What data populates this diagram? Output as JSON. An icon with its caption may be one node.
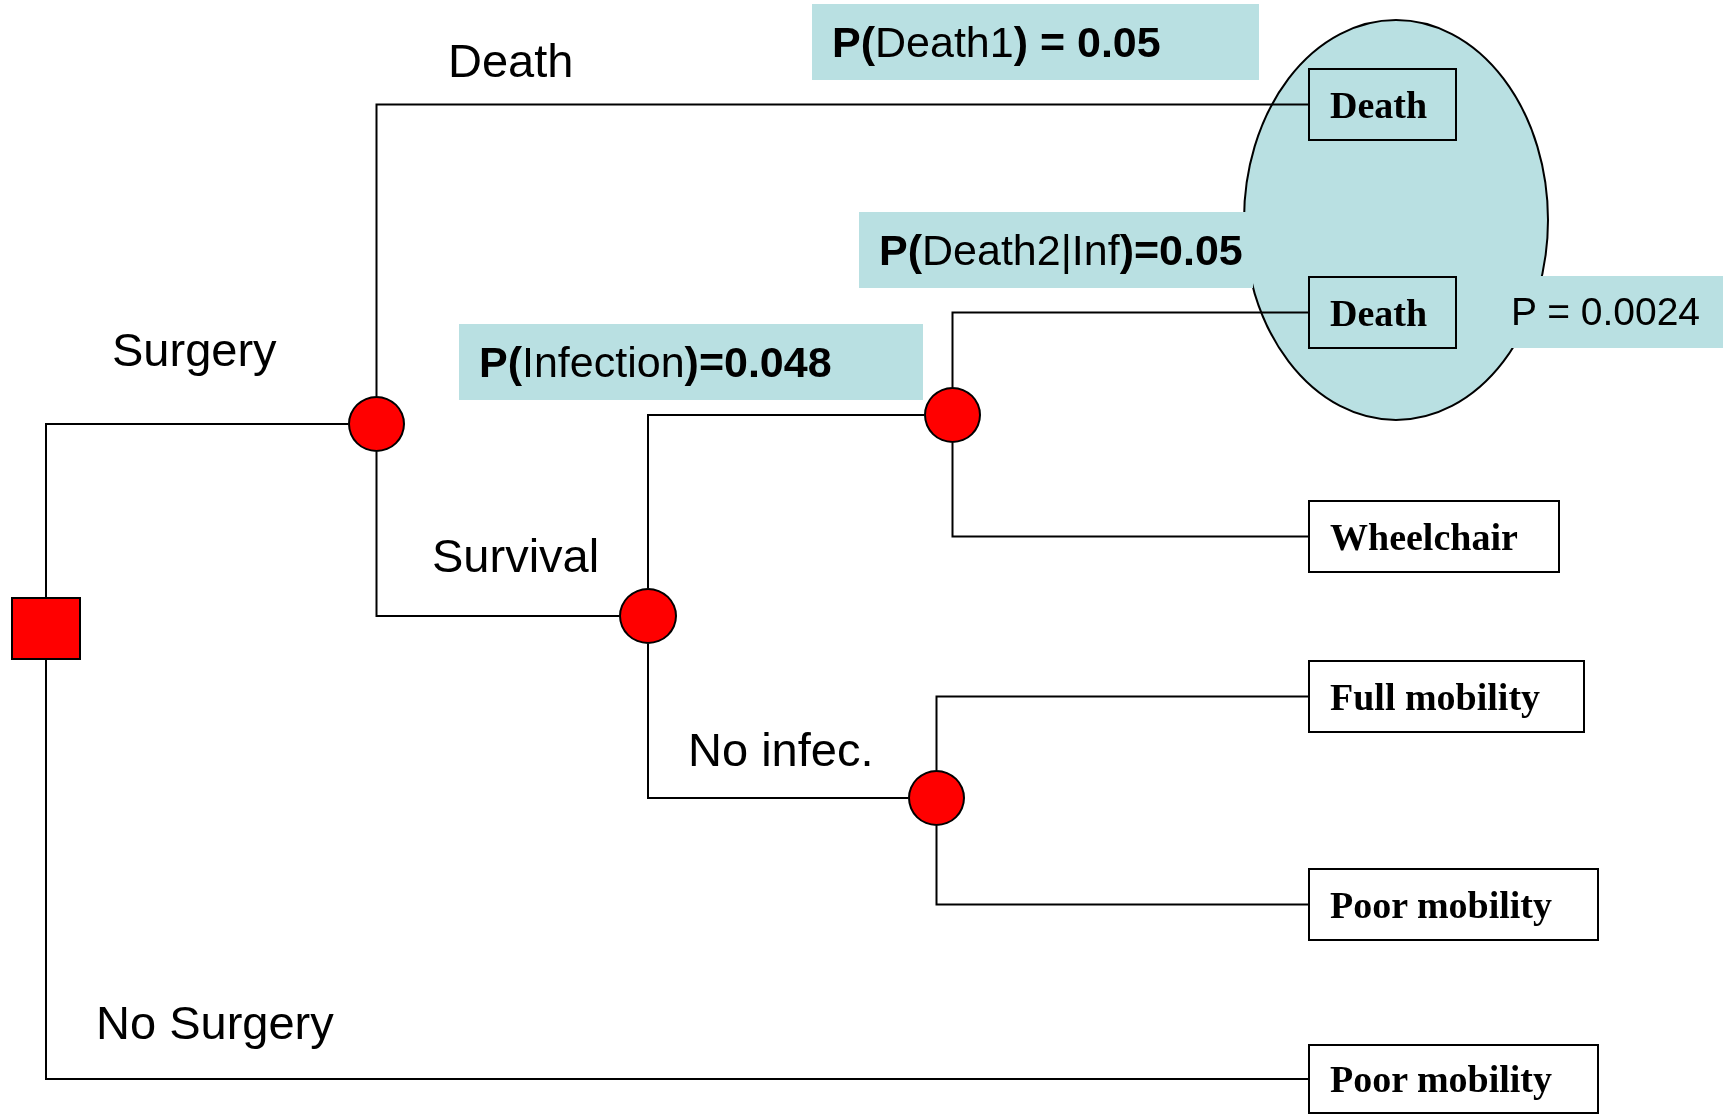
{
  "diagram": {
    "nodes": [
      {
        "text": [],
        "shape": "box"
      },
      {
        "text": [],
        "shape": "circle"
      },
      {
        "text": [],
        "shape": "circle"
      },
      {
        "text": [],
        "shape": "circle"
      },
      {
        "text": [],
        "shape": "circle"
      },
      {
        "text": [
          "Death"
        ]
      },
      {
        "text": [
          "Death"
        ]
      },
      {
        "text": [
          "Wheelchair"
        ]
      },
      {
        "text": [
          "Full mobility"
        ]
      },
      {
        "text": [
          "Poor mobility"
        ]
      },
      {
        "text": [
          "Poor mobility"
        ]
      }
    ],
    "edges": [
      {
        "from": 0,
        "to": 1,
        "arrow": "none",
        "label": "Surgery"
      },
      {
        "from": 0,
        "to": 10,
        "arrow": "none",
        "label": "No Surgery"
      },
      {
        "from": 1,
        "to": 5,
        "arrow": "none",
        "label": "Death"
      },
      {
        "from": 1,
        "to": 2,
        "arrow": "none",
        "label": "Survival"
      },
      {
        "from": 2,
        "to": 3,
        "arrow": "none"
      },
      {
        "from": 3,
        "to": 6,
        "arrow": "none"
      },
      {
        "from": 3,
        "to": 7,
        "arrow": "none"
      },
      {
        "from": 2,
        "to": 4,
        "arrow": "none",
        "label": "No infec."
      },
      {
        "from": 4,
        "to": 8,
        "arrow": "none"
      },
      {
        "from": 4,
        "to": 9,
        "arrow": "none"
      }
    ],
    "labels": [
      "**P(**Death1**) = 0.05**",
      "**P(**Death2|Inf**)=0.05**",
      "**P(**Infection**)=0.048**",
      "P = 0.0024"
    ]
  }
}
